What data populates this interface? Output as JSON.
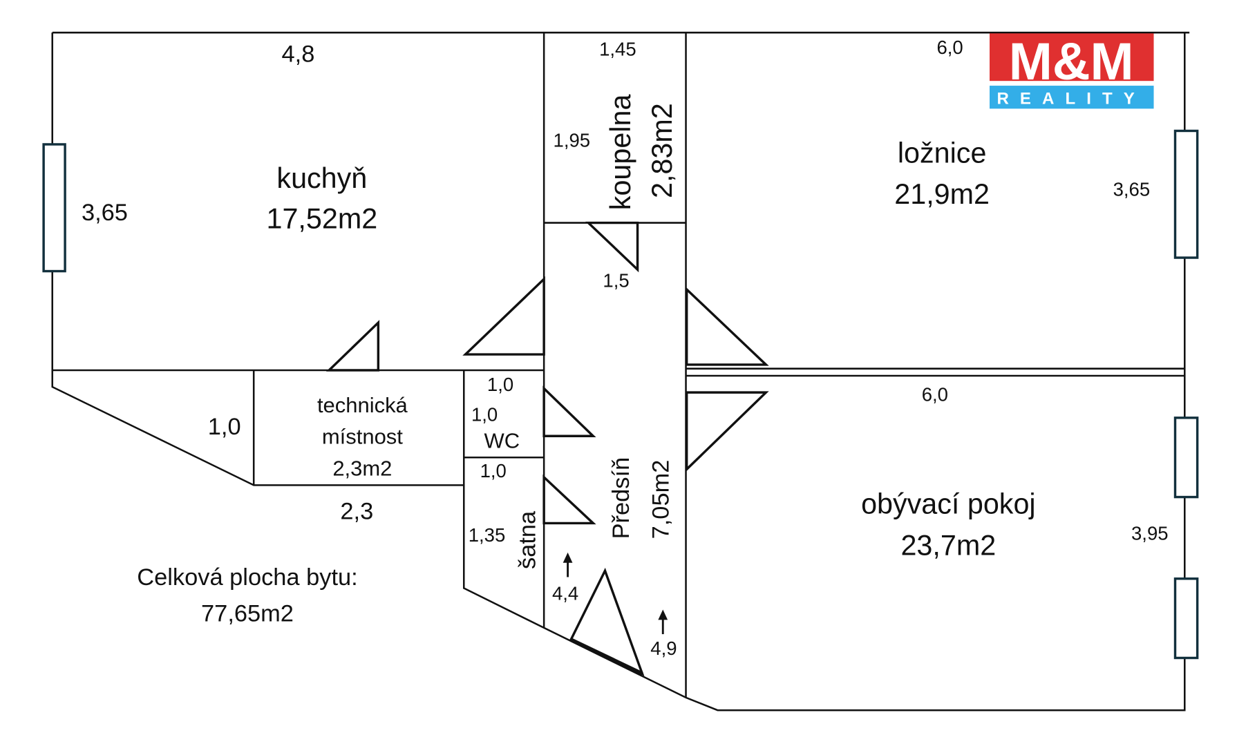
{
  "logo": {
    "brand": "M&M",
    "sub": "REALITY",
    "colors": {
      "red": "#e03030",
      "blue": "#33aee8"
    }
  },
  "rooms": {
    "kitchen": {
      "name": "kuchyň",
      "area": "17,52m2"
    },
    "bathroom": {
      "name": "koupelna",
      "area": "2,83m2"
    },
    "bedroom": {
      "name": "ložnice",
      "area": "21,9m2"
    },
    "technical": {
      "name1": "technická",
      "name2": "místnost",
      "area": "2,3m2"
    },
    "wc": {
      "name": "WC"
    },
    "wardrobe": {
      "name": "šatna"
    },
    "hall": {
      "name": "Předsíň",
      "area": "7,05m2"
    },
    "living": {
      "name": "obývací pokoj",
      "area": "23,7m2"
    }
  },
  "dimensions": {
    "kitchen_top": "4,8",
    "kitchen_side": "3,65",
    "bath_top": "1,45",
    "bath_side": "1,95",
    "hall_door": "1,5",
    "bedroom_top": "6,0",
    "bedroom_side": "3,65",
    "tech_side": "1,0",
    "tech_bottom": "2,3",
    "wc_top": "1,0",
    "wc_side": "1,0",
    "wardrobe_top": "1,0",
    "wardrobe_side": "1,35",
    "hall_left": "4,4",
    "hall_right": "4,9",
    "living_top": "6,0",
    "living_side": "3,95"
  },
  "total": {
    "label": "Celková plocha bytu:",
    "value": "77,65m2"
  }
}
